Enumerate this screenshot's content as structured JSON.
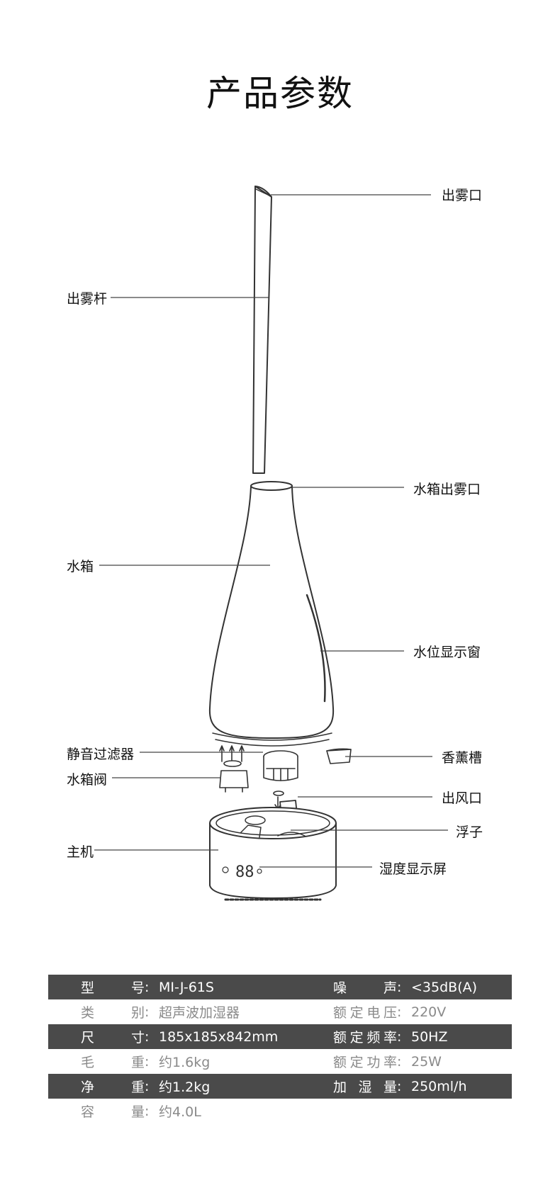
{
  "title": "产品参数",
  "labels": {
    "mist_outlet": "出雾口",
    "mist_rod": "出雾杆",
    "tank_mist_outlet": "水箱出雾口",
    "water_tank": "水箱",
    "water_level_window": "水位显示窗",
    "silent_filter": "静音过滤器",
    "aroma_slot": "香薰槽",
    "tank_valve": "水箱阀",
    "air_outlet": "出风口",
    "float": "浮子",
    "main_unit": "主机",
    "humidity_display": "湿度显示屏",
    "display_digits": "88"
  },
  "specs": [
    {
      "k1": "型号",
      "v1": "MI-J-61S",
      "k2": "噪声",
      "v2": "<35dB(A)"
    },
    {
      "k1": "类别",
      "v1": "超声波加湿器",
      "k2": "额定电压",
      "v2": "220V"
    },
    {
      "k1": "尺寸",
      "v1": "185x185x842mm",
      "k2": "额定频率",
      "v2": "50HZ"
    },
    {
      "k1": "毛重",
      "v1": "约1.6kg",
      "k2": "额定功率",
      "v2": "25W"
    },
    {
      "k1": "净重",
      "v1": "约1.2kg",
      "k2": "加湿量",
      "v2": "250ml/h"
    },
    {
      "k1": "容量",
      "v1": "约4.0L",
      "k2": "",
      "v2": ""
    }
  ],
  "colors": {
    "dark_row": "#4a4a4a",
    "light_text": "#8a8a8a",
    "line": "#333333"
  }
}
